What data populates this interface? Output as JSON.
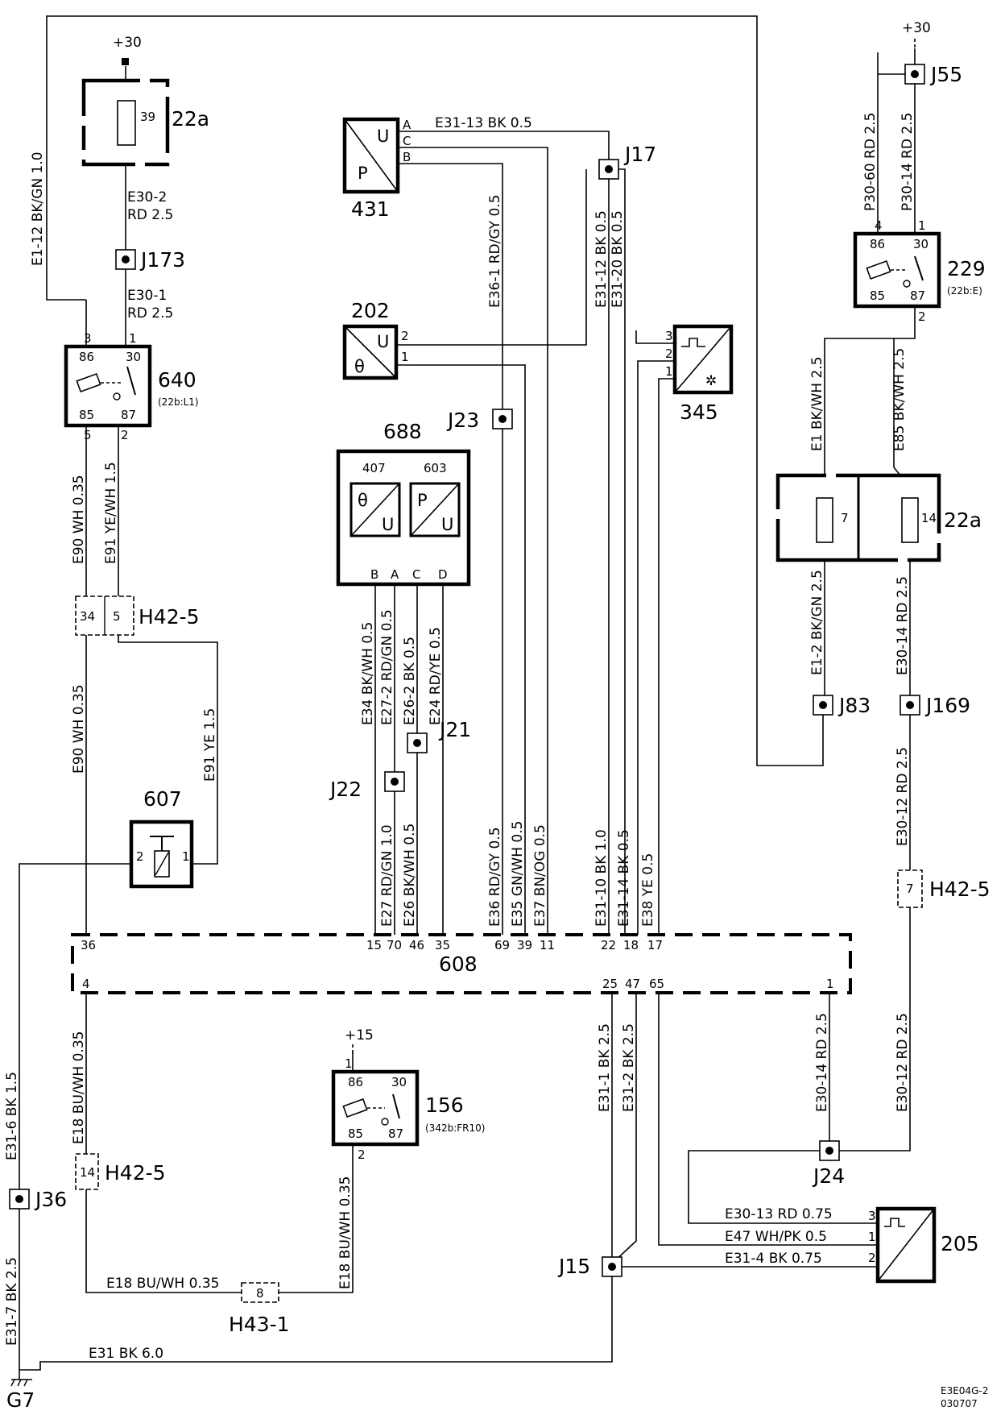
{
  "diagram": {
    "supplies": {
      "p30_left": "+30",
      "p30_right": "+30",
      "p15": "+15"
    },
    "components": {
      "fuse_box_top_left": {
        "id": "22a",
        "fuse": "39"
      },
      "fuse_box_right": {
        "id": "22a",
        "fuse_a": "7",
        "fuse_b": "14"
      },
      "relay_640": {
        "id": "640",
        "location": "(22b:L1)",
        "pin86": "86",
        "pin30": "30",
        "pin85": "85",
        "pin87": "87",
        "t3": "3",
        "t1": "1",
        "t5": "5",
        "t2": "2"
      },
      "relay_229": {
        "id": "229",
        "location": "(22b:E)",
        "pin86": "86",
        "pin30": "30",
        "pin85": "85",
        "pin87": "87",
        "t4": "4",
        "t1": "1",
        "t2": "2"
      },
      "relay_156": {
        "id": "156",
        "location": "(342b:FR10)",
        "pin86": "86",
        "pin30": "30",
        "pin85": "85",
        "pin87": "87",
        "t1": "1",
        "t2": "2"
      },
      "sensor_431": {
        "id": "431",
        "u": "U",
        "p": "P",
        "pa": "A",
        "pc": "C",
        "pb": "B"
      },
      "sensor_202": {
        "id": "202",
        "u": "U",
        "theta": "θ",
        "p2": "2",
        "p1": "1"
      },
      "module_688": {
        "id": "688",
        "sub_a": "407",
        "sub_b": "603",
        "theta": "θ",
        "u": "U",
        "p": "P",
        "pB": "B",
        "pA": "A",
        "pC": "C",
        "pD": "D"
      },
      "sensor_345": {
        "id": "345",
        "p3": "3",
        "p2": "2",
        "p1": "1"
      },
      "sensor_205": {
        "id": "205",
        "p3": "3",
        "p1": "1",
        "p2": "2"
      },
      "comp_607": {
        "id": "607",
        "p2": "2",
        "p1": "1"
      },
      "ecu_608": {
        "id": "608",
        "top_pins": [
          "36",
          "15",
          "70",
          "46",
          "35",
          "69",
          "39",
          "11",
          "22",
          "18",
          "17"
        ],
        "bottom_pins": [
          "4",
          "25",
          "47",
          "65",
          "1"
        ]
      }
    },
    "connectors": {
      "h42_5_top": {
        "id": "H42-5",
        "pin_a": "34",
        "pin_b": "5"
      },
      "h42_5_right": {
        "id": "H42-5",
        "pin": "7"
      },
      "h42_5_bottom": {
        "id": "H42-5",
        "pin": "14"
      },
      "h43_1": {
        "id": "H43-1",
        "pin": "8"
      }
    },
    "junctions": {
      "j173": "J173",
      "j55": "J55",
      "j17": "J17",
      "j23": "J23",
      "j21": "J21",
      "j22": "J22",
      "j83": "J83",
      "j169": "J169",
      "j24": "J24",
      "j15": "J15",
      "j36": "J36"
    },
    "ground": "G7",
    "wires": {
      "e1_12": "E1-12  BK/GN  1.0",
      "e30_2a": "E30-2",
      "e30_2b": "RD    2.5",
      "e30_1a": "E30-1",
      "e30_1b": "RD    2.5",
      "e90_top": "E90  WH  0.35",
      "e91_top": "E91  YE/WH  1.5",
      "e90_bot": "E90  WH  0.35",
      "e91_bot": "E91  YE  1.5",
      "e31_13": "E31-13   BK   0.5",
      "e36_1": "E36-1  RD/GY  0.5",
      "e31_12": "E31-12  BK  0.5",
      "e31_20": "E31-20  BK  0.5",
      "p30_60": "P30-60  RD  2.5",
      "p30_14": "P30-14  RD  2.5",
      "e1": "E1  BK/WH  2.5",
      "e85": "E85  BK/WH  2.5",
      "e1_2": "E1-2  BK/GN  2.5",
      "e30_14_top": "E30-14  RD  2.5",
      "e30_12_mid": "E30-12  RD  2.5",
      "e34": "E34  BK/WH 0.5",
      "e27_2": "E27-2  RD/GN 0.5",
      "e26_2": "E26-2  BK  0.5",
      "e24": "E24  RD/YE  0.5",
      "e27": "E27  RD/GN  1.0",
      "e26": "E26  BK/WH  0.5",
      "e36": "E36  RD/GY  0.5",
      "e35": "E35  GN/WH  0.5",
      "e37": "E37  BN/OG  0.5",
      "e31_10": "E31-10  BK  1.0",
      "e31_14": "E31-14  BK  0.5",
      "e38": "E38  YE  0.5",
      "e18_v": "E18  BU/WH  0.35",
      "e31_6": "E31-6  BK  1.5",
      "e31_7": "E31-7  BK  2.5",
      "e18_h": "E18   BU/WH    0.35",
      "e18_relay": "E18  BU/WH  0.35",
      "e31_1": "E31-1  BK  2.5",
      "e31_2": "E31-2  BK  2.5",
      "e30_14_bot": "E30-14  RD  2.5",
      "e30_12_bot": "E30-12  RD  2.5",
      "e30_13": "E30-13   RD   0.75",
      "e47": "E47   WH/PK   0.5",
      "e31_4": "E31-4    BK   0.75",
      "e31_main": "E31    BK    6.0"
    },
    "footer": {
      "code": "E3E04G-2",
      "date": "030707"
    }
  }
}
